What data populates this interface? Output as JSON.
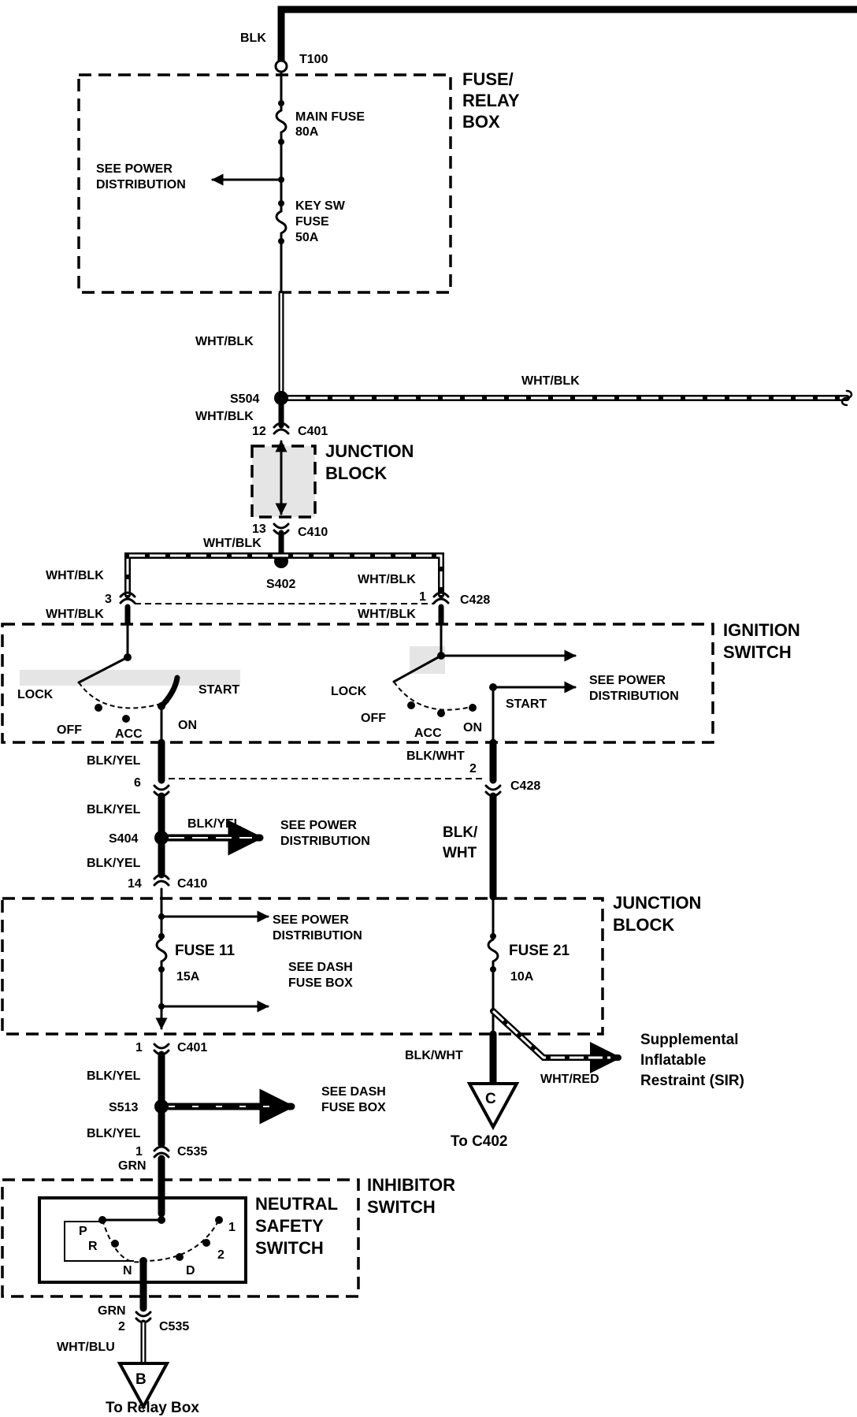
{
  "labels": {
    "blk_top": "BLK",
    "t100": "T100",
    "fuse_relay_box": [
      "FUSE/",
      "RELAY",
      "BOX"
    ],
    "main_fuse": [
      "MAIN FUSE",
      "80A"
    ],
    "see_power_dist_top": [
      "SEE POWER",
      "DISTRIBUTION"
    ],
    "key_sw_fuse": [
      "KEY SW",
      "FUSE",
      "50A"
    ],
    "wht_blk_1": "WHT/BLK",
    "wht_blk_right": "WHT/BLK",
    "s504": "S504",
    "wht_blk_2": "WHT/BLK",
    "c401_top_pin": "12",
    "c401_top": "C401",
    "junction_block_top": [
      "JUNCTION",
      "BLOCK"
    ],
    "c410_top_pin": "13",
    "c410_top": "C410",
    "wht_blk_3": "WHT/BLK",
    "s402": "S402",
    "wht_blk_left_a": "WHT/BLK",
    "wht_blk_left_b": "WHT/BLK",
    "pin_3": "3",
    "wht_blk_right_a": "WHT/BLK",
    "wht_blk_right_b": "WHT/BLK",
    "pin_1_c428": "1",
    "c428_top": "C428",
    "ignition_switch": [
      "IGNITION",
      "SWITCH"
    ],
    "lock_l": "LOCK",
    "off_l": "OFF",
    "acc_l": "ACC",
    "on_l": "ON",
    "start_l": "START",
    "lock_r": "LOCK",
    "off_r": "OFF",
    "acc_r": "ACC",
    "on_r": "ON",
    "start_r": "START",
    "see_power_dist_ign": [
      "SEE POWER",
      "DISTRIBUTION"
    ],
    "blk_yel_1": "BLK/YEL",
    "pin_6": "6",
    "blk_wht_1": "BLK/WHT",
    "pin_2_c428": "2",
    "c428_mid": "C428",
    "blk_yel_2": "BLK/YEL",
    "blk_yel_arrow": "BLK/YEL",
    "s404": "S404",
    "see_power_dist_s404": [
      "SEE POWER",
      "DISTRIBUTION"
    ],
    "blk_wht_split": [
      "BLK/",
      "WHT"
    ],
    "blk_yel_3": "BLK/YEL",
    "pin_14": "14",
    "c410_mid": "C410",
    "junction_block_mid": [
      "JUNCTION",
      "BLOCK"
    ],
    "see_power_dist_jb": [
      "SEE POWER",
      "DISTRIBUTION"
    ],
    "fuse_11": "FUSE 11",
    "fuse_11_amp": "15A",
    "see_dash_fuse_box_jb": [
      "SEE DASH",
      "FUSE BOX"
    ],
    "fuse_21": "FUSE 21",
    "fuse_21_amp": "10A",
    "pin_1_c401": "1",
    "c401_mid": "C401",
    "blk_wht_2": "BLK/WHT",
    "wht_red": "WHT/RED",
    "sir": [
      "Supplemental",
      "Inflatable",
      "Restraint (SIR)"
    ],
    "blk_yel_4": "BLK/YEL",
    "s513": "S513",
    "see_dash_fuse_box_s513": [
      "SEE DASH",
      "FUSE BOX"
    ],
    "conn_c": "C",
    "to_c402": "To C402",
    "blk_yel_5": "BLK/YEL",
    "pin_1_c535": "1",
    "c535_top": "C535",
    "grn_1": "GRN",
    "inhibitor_switch": [
      "INHIBITOR",
      "SWITCH"
    ],
    "neutral_safety_switch": [
      "NEUTRAL",
      "SAFETY",
      "SWITCH"
    ],
    "pos_p": "P",
    "pos_r": "R",
    "pos_n": "N",
    "pos_d": "D",
    "pos_1": "1",
    "pos_2": "2",
    "grn_2": "GRN",
    "pin_2_c535": "2",
    "c535_bottom": "C535",
    "wht_blu": "WHT/BLU",
    "conn_b": "B",
    "to_relay_box": "To Relay Box"
  }
}
